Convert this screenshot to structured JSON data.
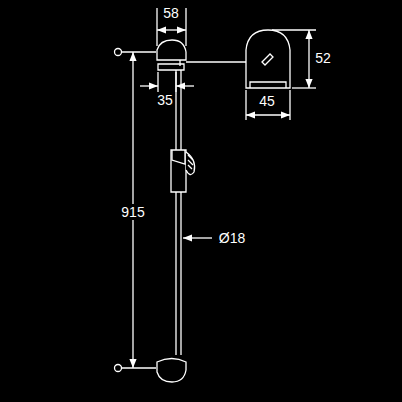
{
  "diagram": {
    "labels": [
      "58",
      "52",
      "35",
      "45",
      "915",
      "Ø18"
    ]
  }
}
